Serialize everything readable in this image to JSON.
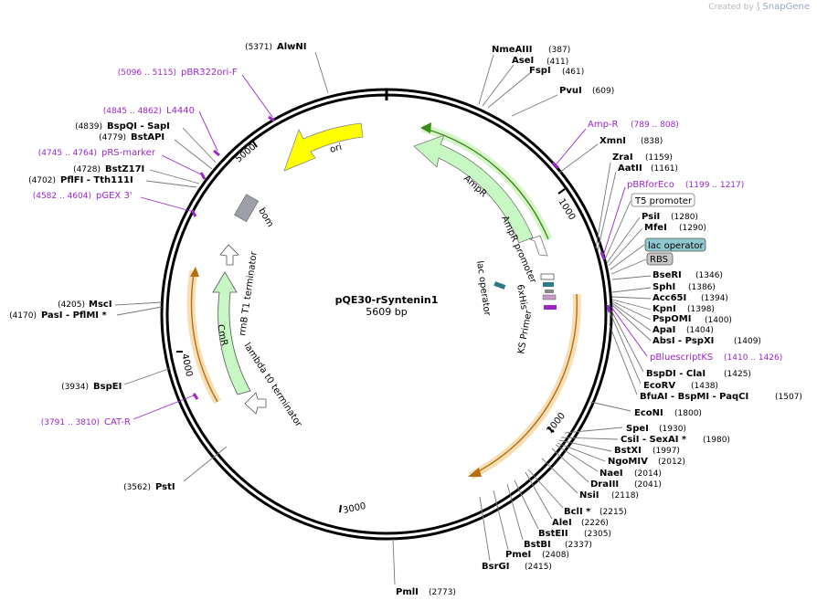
{
  "credit": {
    "prefix": "Created by",
    "brand": "SnapGene"
  },
  "plasmid": {
    "name": "pQE30-rSyntenin1",
    "size": "5609 bp"
  },
  "ticks": [
    "1000",
    "2000",
    "3000",
    "4000",
    "5000"
  ],
  "enzymes": [
    {
      "name": "AlwNI",
      "pos": "(5371)"
    },
    {
      "name": "BspQI - SapI",
      "pos": "(4839)"
    },
    {
      "name": "BstAPI",
      "pos": "(4779)"
    },
    {
      "name": "BstZ17I",
      "pos": "(4728)"
    },
    {
      "name": "PflFI - Tth111I",
      "pos": "(4702)"
    },
    {
      "name": "MscI",
      "pos": "(4205)"
    },
    {
      "name": "PasI - PflMI *",
      "pos": "(4170)"
    },
    {
      "name": "BspEI",
      "pos": "(3934)"
    },
    {
      "name": "PstI",
      "pos": "(3562)"
    },
    {
      "name": "PmlI",
      "pos": "(2773)"
    },
    {
      "name": "NmeAIII",
      "pos": "(387)"
    },
    {
      "name": "AseI",
      "pos": "(411)"
    },
    {
      "name": "FspI",
      "pos": "(461)"
    },
    {
      "name": "PvuI",
      "pos": "(609)"
    },
    {
      "name": "XmnI",
      "pos": "(838)"
    },
    {
      "name": "ZraI",
      "pos": "(1159)"
    },
    {
      "name": "AatII",
      "pos": "(1161)"
    },
    {
      "name": "PsiI",
      "pos": "(1280)"
    },
    {
      "name": "MfeI",
      "pos": "(1290)"
    },
    {
      "name": "BseRI",
      "pos": "(1346)"
    },
    {
      "name": "SphI",
      "pos": "(1386)"
    },
    {
      "name": "Acc65I",
      "pos": "(1394)"
    },
    {
      "name": "KpnI",
      "pos": "(1398)"
    },
    {
      "name": "PspOMI",
      "pos": "(1400)"
    },
    {
      "name": "ApaI",
      "pos": "(1404)"
    },
    {
      "name": "AbsI - PspXI",
      "pos": "(1409)"
    },
    {
      "name": "BspDI - ClaI",
      "pos": "(1425)"
    },
    {
      "name": "EcoRV",
      "pos": "(1438)"
    },
    {
      "name": "BfuAI - BspMI - PaqCI",
      "pos": "(1507)"
    },
    {
      "name": "EcoNI",
      "pos": "(1800)"
    },
    {
      "name": "SpeI",
      "pos": "(1930)"
    },
    {
      "name": "CsiI - SexAI *",
      "pos": "(1980)"
    },
    {
      "name": "BstXI",
      "pos": "(1997)"
    },
    {
      "name": "NgoMIV",
      "pos": "(2012)"
    },
    {
      "name": "NaeI",
      "pos": "(2014)"
    },
    {
      "name": "DraIII",
      "pos": "(2041)"
    },
    {
      "name": "NsiI",
      "pos": "(2118)"
    },
    {
      "name": "BclI *",
      "pos": "(2215)"
    },
    {
      "name": "AleI",
      "pos": "(2226)"
    },
    {
      "name": "BstEII",
      "pos": "(2305)"
    },
    {
      "name": "BstBI",
      "pos": "(2337)"
    },
    {
      "name": "PmeI",
      "pos": "(2408)"
    },
    {
      "name": "BsrGI",
      "pos": "(2415)"
    }
  ],
  "primers": [
    {
      "name": "pBR322ori-F",
      "pos": "(5096 .. 5115)"
    },
    {
      "name": "L4440",
      "pos": "(4845 .. 4862)"
    },
    {
      "name": "pRS-marker",
      "pos": "(4745 .. 4764)"
    },
    {
      "name": "pGEX 3'",
      "pos": "(4582 .. 4604)"
    },
    {
      "name": "CAT-R",
      "pos": "(3791 .. 3810)"
    },
    {
      "name": "Amp-R",
      "pos": "(789 .. 808)"
    },
    {
      "name": "pBRforEco",
      "pos": "(1199 .. 1217)"
    },
    {
      "name": "pBluescriptKS",
      "pos": "(1410 .. 1426)"
    }
  ],
  "boxed_features": [
    "T5 promoter",
    "lac operator",
    "RBS"
  ],
  "features": {
    "ori": "ori",
    "bom": "bom",
    "ampr": "AmpR",
    "ampr_promoter": "AmpR promoter",
    "lac_operator": "lac operator",
    "his": "6xHis",
    "ks_primer": "KS Primer",
    "rrnb": "rrnB T1 terminator",
    "cmr": "CmR",
    "lambda": "lambda t0 terminator"
  },
  "colors": {
    "ori": "#ffff00",
    "resistance": "#c7f8c3",
    "primer": "#9a26c7",
    "lac_operator_box": "#8fc8cf",
    "rbs_box": "#c8c8c8",
    "bom": "#9c9fa7",
    "orf_orange": "#e39336"
  }
}
